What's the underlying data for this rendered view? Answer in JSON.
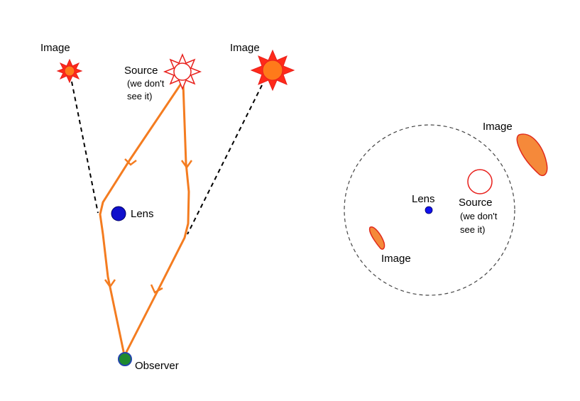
{
  "colors": {
    "ray": "#f47c20",
    "star_fill": "#ff6a13",
    "star_stroke": "#e8201c",
    "image_fill": "#f5893a",
    "image_stroke": "#e02a1c",
    "lens_fill": "#1010cc",
    "observer_fill": "#1e8a2e",
    "observer_stroke": "#2244aa",
    "dashed": "#000000",
    "einstein_ring": "#444444"
  },
  "left_panel": {
    "image_label_left": "Image",
    "image_label_right": "Image",
    "source_label": "Source",
    "source_note_line1": "(we don't",
    "source_note_line2": "see it)",
    "lens_label": "Lens",
    "observer_label": "Observer",
    "icons": [
      "star-icon",
      "star-outline-icon",
      "lens-dot-icon",
      "observer-dot-icon"
    ]
  },
  "right_panel": {
    "image_label_top": "Image",
    "image_label_bottom": "Image",
    "lens_label": "Lens",
    "source_label": "Source",
    "source_note_line1": "(we don't",
    "source_note_line2": "see it)"
  }
}
